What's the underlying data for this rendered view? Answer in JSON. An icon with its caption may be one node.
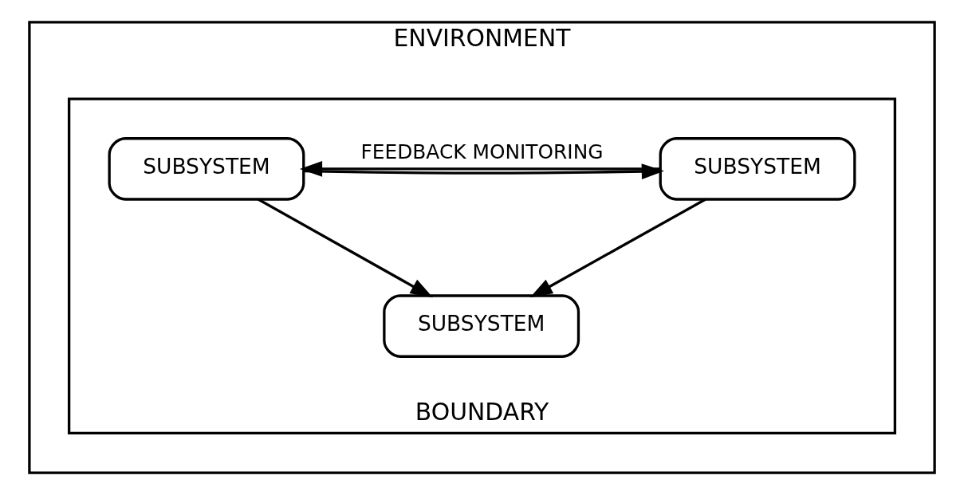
{
  "diagram": {
    "nodes": [
      {
        "text": [
          "ENVIRONMENT"
        ]
      },
      {
        "text": [
          "BOUNDARY"
        ],
        "in": 0
      },
      {
        "text": [
          "SUBSYSTEM"
        ],
        "in": 1
      },
      {
        "text": [
          "SUBSYSTEM"
        ],
        "in": 1
      },
      {
        "text": [
          "SUBSYSTEM"
        ],
        "in": 1
      }
    ],
    "edges": [
      {
        "from": 3,
        "to": 2,
        "arrow": "to",
        "label": "FEEDBACK MONITORING"
      },
      {
        "from": 2,
        "to": 3,
        "arrow": "to"
      },
      {
        "from": 2,
        "to": 4,
        "arrow": "to"
      },
      {
        "from": 3,
        "to": 4,
        "arrow": "to"
      }
    ]
  }
}
